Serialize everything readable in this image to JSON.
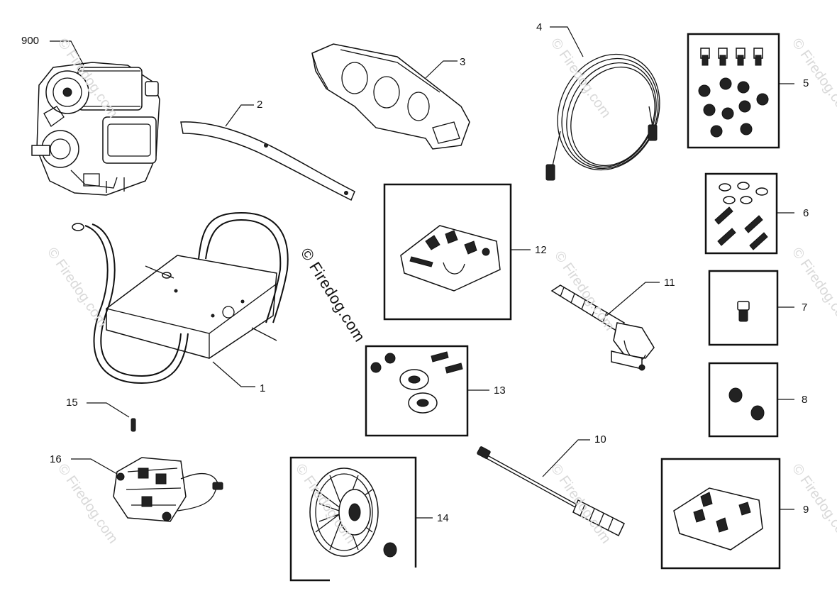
{
  "watermark": {
    "main": "© Firedog.com",
    "faint": "© Firedog.com"
  },
  "parts": [
    {
      "id": "p900",
      "label": "900"
    },
    {
      "id": "p1",
      "label": "1"
    },
    {
      "id": "p2",
      "label": "2"
    },
    {
      "id": "p3",
      "label": "3"
    },
    {
      "id": "p4",
      "label": "4"
    },
    {
      "id": "p5",
      "label": "5"
    },
    {
      "id": "p6",
      "label": "6"
    },
    {
      "id": "p7",
      "label": "7"
    },
    {
      "id": "p8",
      "label": "8"
    },
    {
      "id": "p9",
      "label": "9"
    },
    {
      "id": "p10",
      "label": "10"
    },
    {
      "id": "p11",
      "label": "11"
    },
    {
      "id": "p12",
      "label": "12"
    },
    {
      "id": "p13",
      "label": "13"
    },
    {
      "id": "p14",
      "label": "14"
    },
    {
      "id": "p15",
      "label": "15"
    },
    {
      "id": "p16",
      "label": "16"
    }
  ]
}
